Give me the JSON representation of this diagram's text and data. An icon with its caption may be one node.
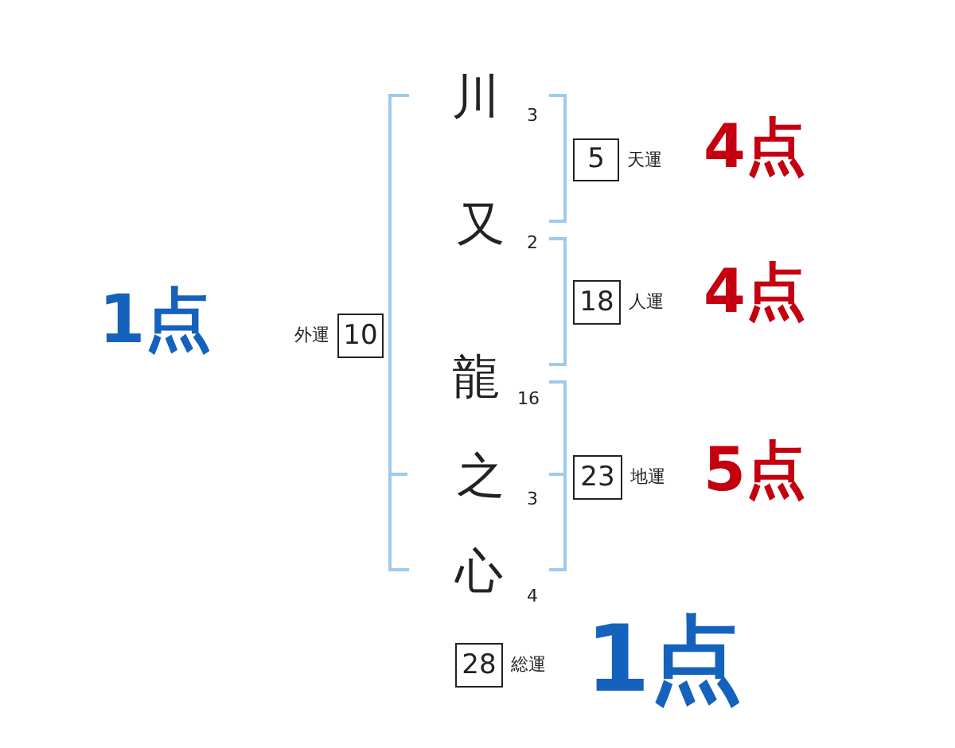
{
  "diagram": {
    "nodes": [
      {
        "text": [
          "10"
        ],
        "beside": [
          "外運"
        ]
      },
      {
        "text": [
          "5"
        ],
        "beside": [
          "天運"
        ]
      },
      {
        "text": [
          "18"
        ],
        "beside": [
          "人運"
        ]
      },
      {
        "text": [
          "23"
        ],
        "beside": [
          "地運"
        ]
      },
      {
        "text": [
          "28"
        ],
        "beside": [
          "総運"
        ]
      }
    ],
    "labels": [
      "1点",
      "川",
      "3",
      "又",
      "2",
      "龍",
      "16",
      "之",
      "3",
      "心",
      "4",
      "4点",
      "4点",
      "5点",
      "1点"
    ]
  }
}
